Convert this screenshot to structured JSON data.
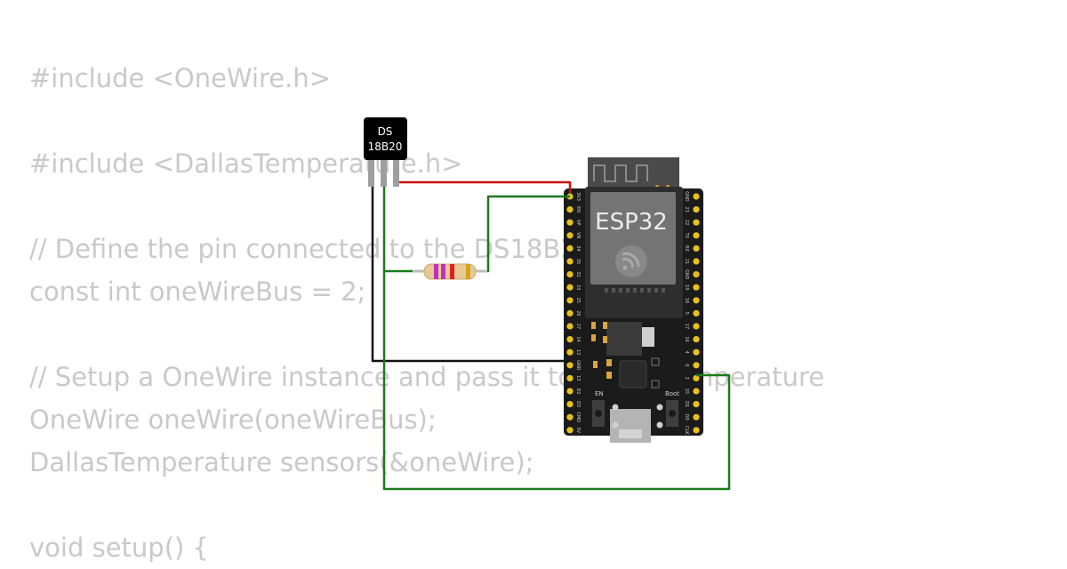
{
  "code": {
    "lines": [
      "#include <OneWire.h>",
      "",
      "#include <DallasTemperature.h>",
      "",
      "// Define the pin connected to the DS18B20",
      "const int oneWireBus = 2;",
      "",
      "// Setup a OneWire instance and pass it to DallasTemperature",
      "OneWire oneWire(oneWireBus);",
      "DallasTemperature sensors(&oneWire);",
      "",
      "void setup() {"
    ]
  },
  "sensor": {
    "line1": "DS",
    "line2": "18B20"
  },
  "board": {
    "name": "ESP32",
    "en_label": "EN",
    "boot_label": "Boot",
    "left_pins": [
      "3V3",
      "EN",
      "VP",
      "VN",
      "34",
      "35",
      "32",
      "33",
      "25",
      "26",
      "27",
      "14",
      "12",
      "GND",
      "13",
      "D2",
      "D3",
      "CMD",
      "5V"
    ],
    "right_pins": [
      "GND",
      "23",
      "22",
      "TX",
      "RX",
      "21",
      "GND",
      "19",
      "18",
      "5",
      "17",
      "16",
      "4",
      "0",
      "2",
      "15",
      "D1",
      "D0",
      "CLK"
    ]
  },
  "wires": {
    "vcc": "#cc1111",
    "gnd": "#111111",
    "data": "#1a7a1a"
  },
  "resistor": {
    "bands": [
      "#c030c0",
      "#c030c0",
      "#e02020",
      "#d4a420"
    ]
  }
}
